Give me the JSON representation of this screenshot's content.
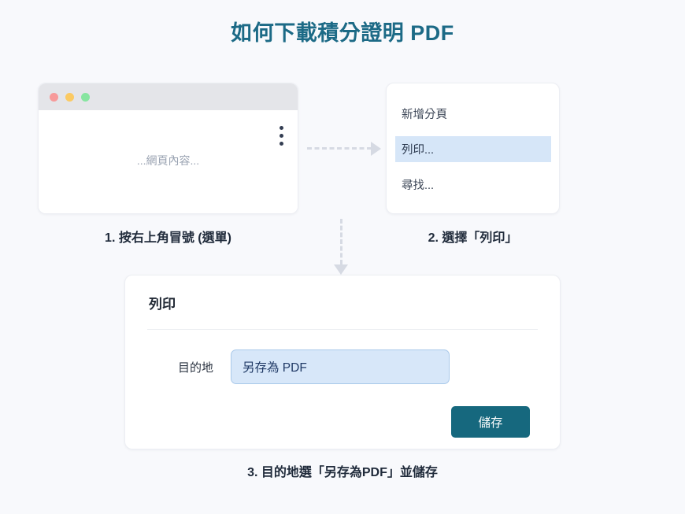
{
  "page": {
    "title": "如何下載積分證明 PDF",
    "background_color": "#f8f9fc",
    "title_color": "#1c6a86"
  },
  "steps": [
    {
      "id": "step-1",
      "caption": "1. 按右上角冒號 (選單)",
      "browser": {
        "window_dots": [
          "red",
          "yellow",
          "green"
        ],
        "dot_colors": [
          "#f79a9a",
          "#fbca63",
          "#87e5a0"
        ],
        "menu_icon": "kebab-icon",
        "content_placeholder": "...網頁內容..."
      }
    },
    {
      "id": "step-2",
      "caption": "2. 選擇「列印」",
      "menu": {
        "items": [
          {
            "label": "新增分頁",
            "highlighted": false
          },
          {
            "label": "列印...",
            "highlighted": true
          },
          {
            "label": "尋找...",
            "highlighted": false
          }
        ],
        "highlight_color": "#d6e6f8"
      }
    },
    {
      "id": "step-3",
      "caption": "3. 目的地選「另存為PDF」並儲存",
      "dialog": {
        "title": "列印",
        "destination_label": "目的地",
        "destination_value": "另存為 PDF",
        "destination_bg": "#d7e7f9",
        "destination_border": "#a9c9ea",
        "save_label": "儲存",
        "save_color": "#16687e"
      }
    }
  ],
  "connectors": {
    "color": "#d6dae3",
    "style": "dashed",
    "horizontal": "step-1 to step-2",
    "vertical": "step-2 to step-3"
  }
}
